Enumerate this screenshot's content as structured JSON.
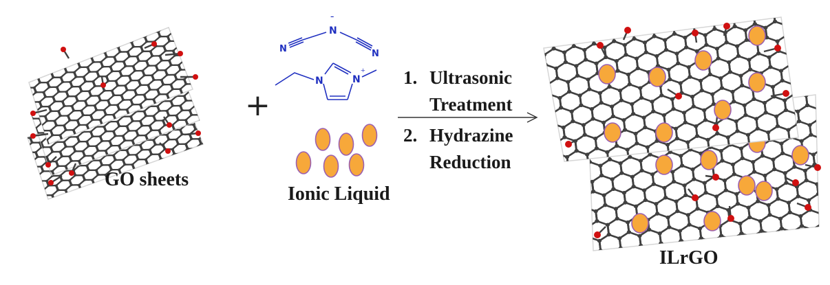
{
  "reactants": {
    "go_label": "GO sheets",
    "plus": "+",
    "ionic_liquid_label": "Ionic Liquid",
    "anion_atoms": [
      "N",
      "N",
      "N"
    ],
    "cation_atoms": [
      "N",
      "N"
    ]
  },
  "steps": [
    {
      "number": "1.",
      "text_line1": "Ultrasonic",
      "text_line2": "Treatment"
    },
    {
      "number": "2.",
      "text_line1": "Hydrazine",
      "text_line2": "Reduction"
    }
  ],
  "product": {
    "label": "ILrGO"
  },
  "colors": {
    "carbon": "#404040",
    "oxygen": "#d01010",
    "ionic_liquid": "#f7a83a",
    "ionic_liquid_edge": "#9a5fb0",
    "molecule": "#2030c0"
  }
}
